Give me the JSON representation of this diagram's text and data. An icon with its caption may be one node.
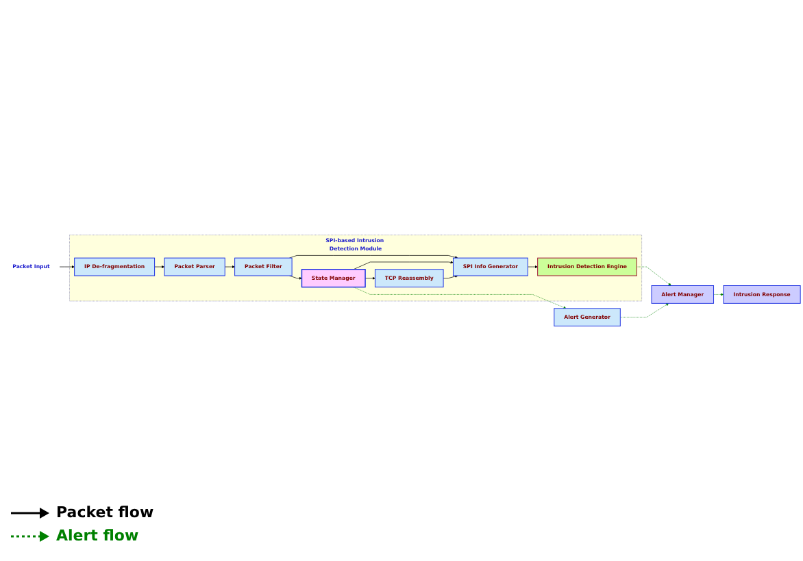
{
  "diagram": {
    "nodes": [
      {
        "text": [
          "SPI-based Intrusion Detection Module"
        ]
      },
      {
        "text": [
          "Packet Input"
        ]
      },
      {
        "text": [
          "IP De-fragmentation"
        ],
        "in": 0
      },
      {
        "text": [
          "Packet Parser"
        ],
        "in": 0
      },
      {
        "text": [
          "Packet Filter"
        ],
        "in": 0
      },
      {
        "text": [
          "State Manager"
        ],
        "in": 0
      },
      {
        "text": [
          "SPI Info Generator"
        ],
        "in": 0
      },
      {
        "text": [
          "TCP Reassembly"
        ],
        "in": 0
      },
      {
        "text": [
          "Intrusion Detection Engine"
        ],
        "in": 0
      },
      {
        "text": [
          "Alert Generator"
        ]
      },
      {
        "text": [
          "Alert Manager"
        ]
      },
      {
        "text": [
          "Intrusion Response"
        ]
      }
    ],
    "edges": [
      {
        "from": 1,
        "to": 2,
        "arrow": "to"
      },
      {
        "from": 2,
        "to": 3,
        "arrow": "to"
      },
      {
        "from": 3,
        "to": 4,
        "arrow": "to"
      },
      {
        "from": 4,
        "to": 5,
        "arrow": "to"
      },
      {
        "from": 4,
        "to": 6,
        "arrow": "to"
      },
      {
        "from": 5,
        "to": 6,
        "arrow": "to"
      },
      {
        "from": 5,
        "to": 7,
        "arrow": "to"
      },
      {
        "from": 7,
        "to": 6,
        "arrow": "to"
      },
      {
        "from": 6,
        "to": 8,
        "arrow": "to"
      },
      {
        "from": 5,
        "to": 9,
        "arrow": "to",
        "style": "dashed",
        "color": "#008000"
      },
      {
        "from": 8,
        "to": 10,
        "arrow": "to",
        "style": "dashed",
        "color": "#008000"
      },
      {
        "from": 9,
        "to": 10,
        "arrow": "to",
        "style": "dashed",
        "color": "#008000"
      },
      {
        "from": 10,
        "to": 11,
        "arrow": "to",
        "style": "dashed",
        "color": "#008000"
      }
    ],
    "legend": [
      {
        "text": "Packet flow"
      },
      {
        "text": "Alert flow"
      }
    ]
  }
}
